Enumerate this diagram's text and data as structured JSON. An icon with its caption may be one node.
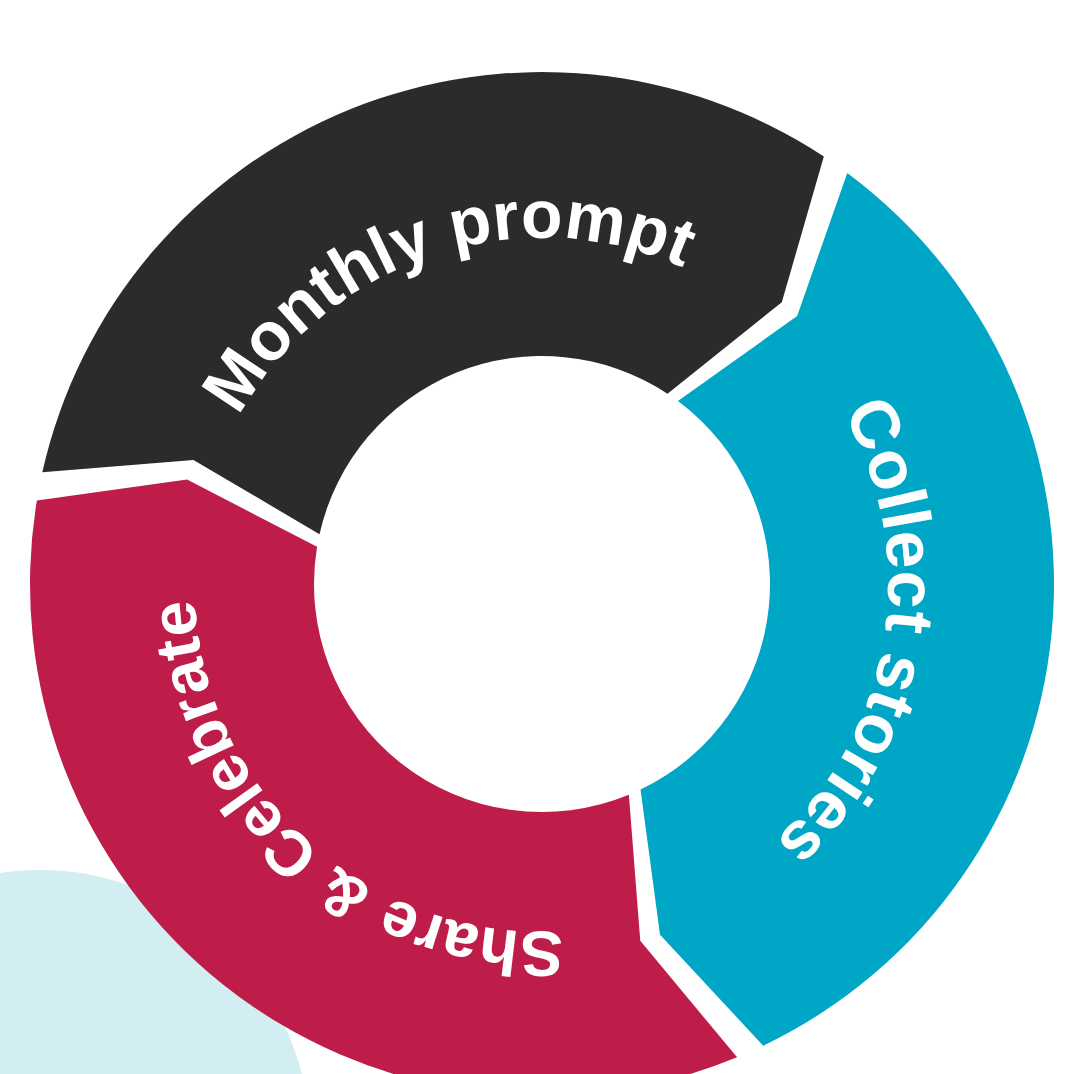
{
  "diagram": {
    "nodes": [
      {
        "text": [
          "Monthly prompt"
        ]
      },
      {
        "text": [
          "Collect stories"
        ]
      },
      {
        "text": [
          "Share & Celebrate"
        ]
      }
    ]
  }
}
